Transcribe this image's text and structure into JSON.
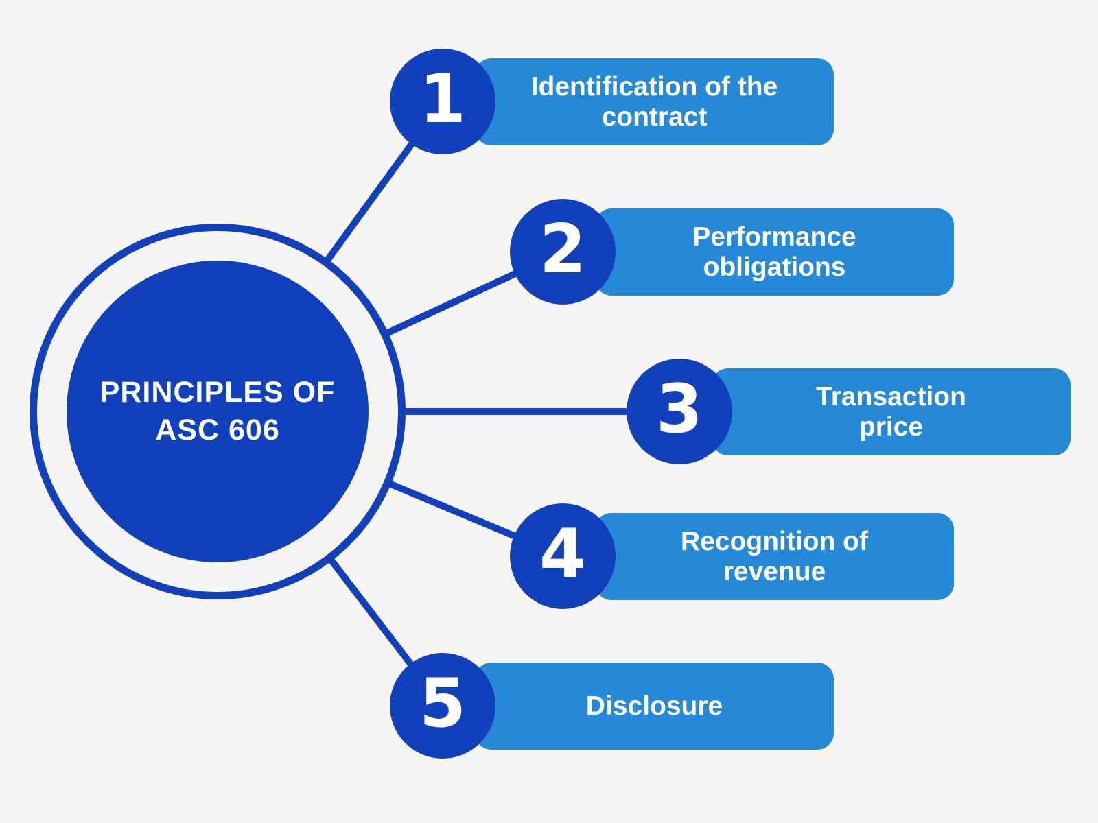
{
  "colors": {
    "dark_blue": "#1140BD",
    "light_blue": "#2589D8",
    "background": "#F7F5F3",
    "text": "#FFFFFF"
  },
  "hub": {
    "title": "PRINCIPLES OF\nASC 606"
  },
  "items": [
    {
      "number": "1",
      "label": "Identification of the\ncontract"
    },
    {
      "number": "2",
      "label": "Performance\nobligations"
    },
    {
      "number": "3",
      "label": "Transaction\nprice"
    },
    {
      "number": "4",
      "label": "Recognition of\nrevenue"
    },
    {
      "number": "5",
      "label": "Disclosure"
    }
  ]
}
